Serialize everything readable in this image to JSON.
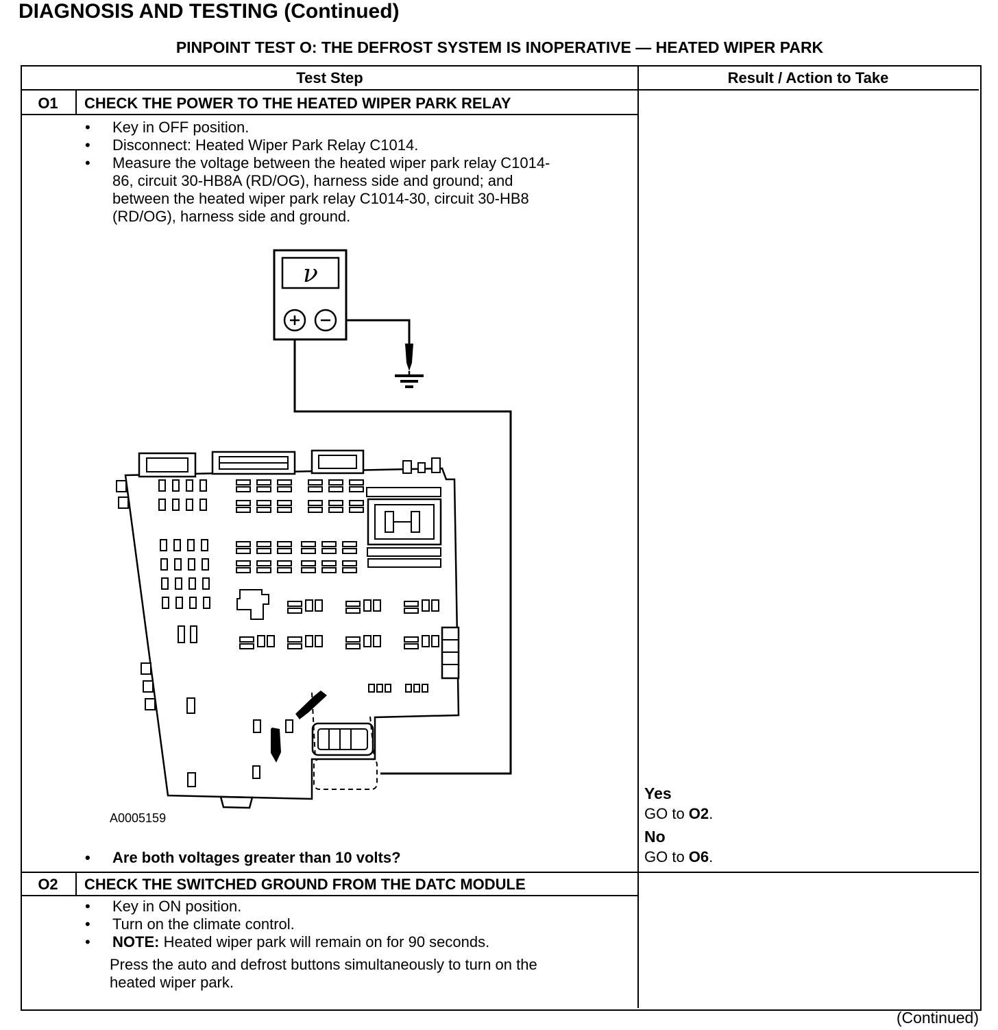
{
  "page": {
    "title": "DIAGNOSIS AND TESTING (Continued)",
    "subtitle": "PINPOINT TEST O: THE DEFROST SYSTEM IS INOPERATIVE — HEATED WIPER PARK",
    "continued_note": "(Continued)"
  },
  "glyphs": {
    "bullet": "•"
  },
  "table": {
    "header": {
      "test_step": "Test Step",
      "result": "Result / Action to Take"
    },
    "o1": {
      "id": "O1",
      "title": "CHECK THE POWER TO THE HEATED WIPER PARK RELAY",
      "bullets": [
        "Key in OFF position.",
        "Disconnect: Heated Wiper Park Relay C1014.",
        "Measure the voltage between the heated wiper park relay C1014-86, circuit 30-HB8A (RD/OG), harness side and ground; and between the heated wiper park relay C1014-30, circuit 30-HB8 (RD/OG), harness side and ground."
      ],
      "question": "Are both voltages greater than 10 volts?",
      "yes": {
        "label": "Yes",
        "action_prefix": "GO to ",
        "action_target": "O2",
        "action_suffix": "."
      },
      "no": {
        "label": "No",
        "action_prefix": "GO to ",
        "action_target": "O6",
        "action_suffix": "."
      }
    },
    "o2": {
      "id": "O2",
      "title": "CHECK THE SWITCHED GROUND FROM THE DATC MODULE",
      "bullets": [
        "Key in ON position.",
        "Turn on the climate control."
      ],
      "note_label": "NOTE:",
      "note_text": " Heated wiper park will remain on for 90 seconds.",
      "note_continuation": "Press the auto and defrost buttons simultaneously to turn on the heated wiper park."
    }
  },
  "diagram": {
    "voltmeter_label": "ν",
    "figure_label": "A0005159"
  }
}
